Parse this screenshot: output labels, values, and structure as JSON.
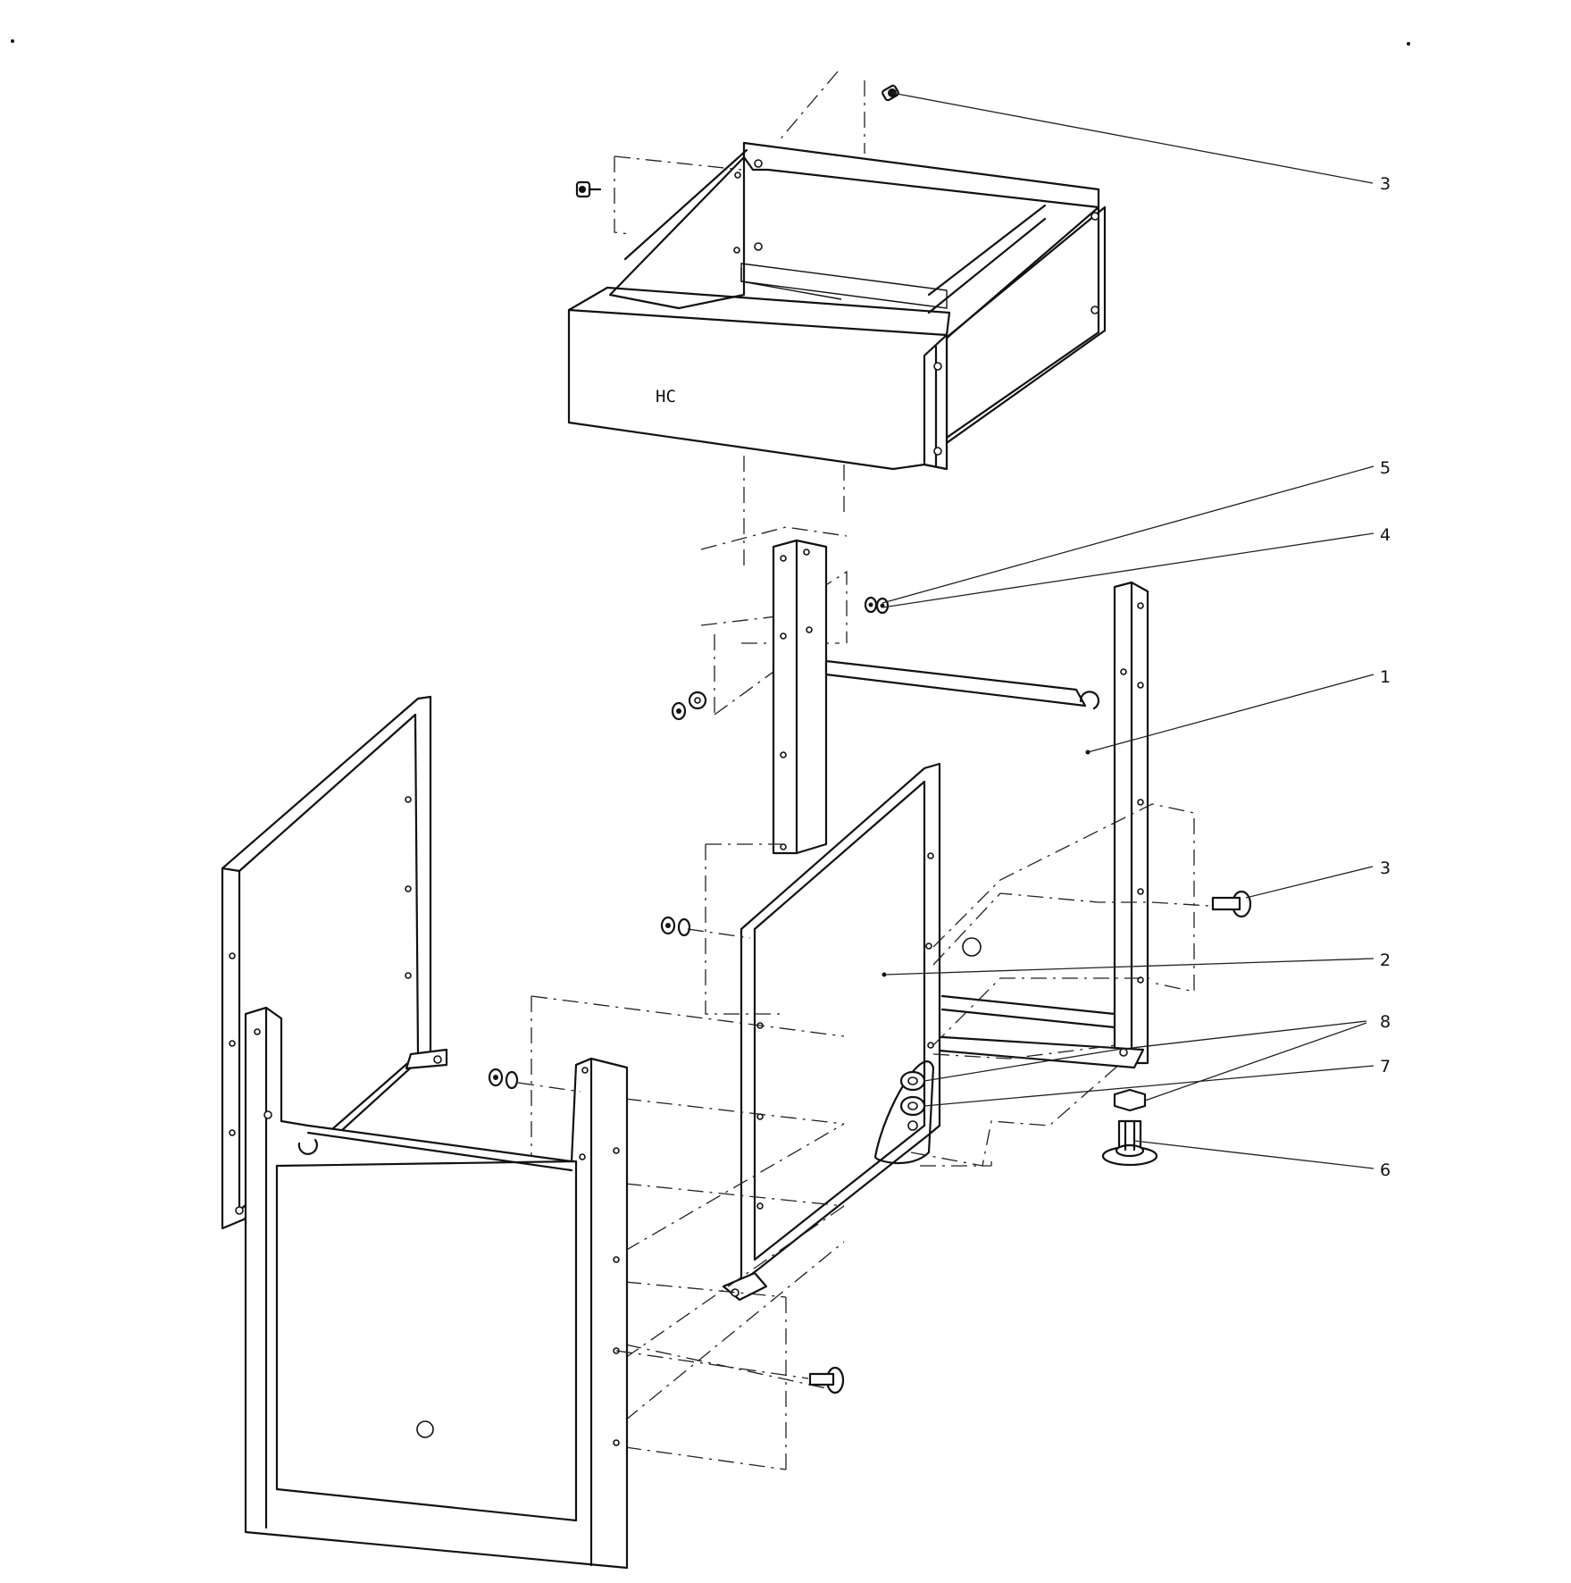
{
  "diagram": {
    "panel_marking": "HC",
    "callouts": [
      {
        "id": "callout-3-top",
        "label": "3"
      },
      {
        "id": "callout-5",
        "label": "5"
      },
      {
        "id": "callout-4",
        "label": "4"
      },
      {
        "id": "callout-1",
        "label": "1"
      },
      {
        "id": "callout-3-mid",
        "label": "3"
      },
      {
        "id": "callout-2",
        "label": "2"
      },
      {
        "id": "callout-8",
        "label": "8"
      },
      {
        "id": "callout-7",
        "label": "7"
      },
      {
        "id": "callout-6",
        "label": "6"
      }
    ]
  }
}
